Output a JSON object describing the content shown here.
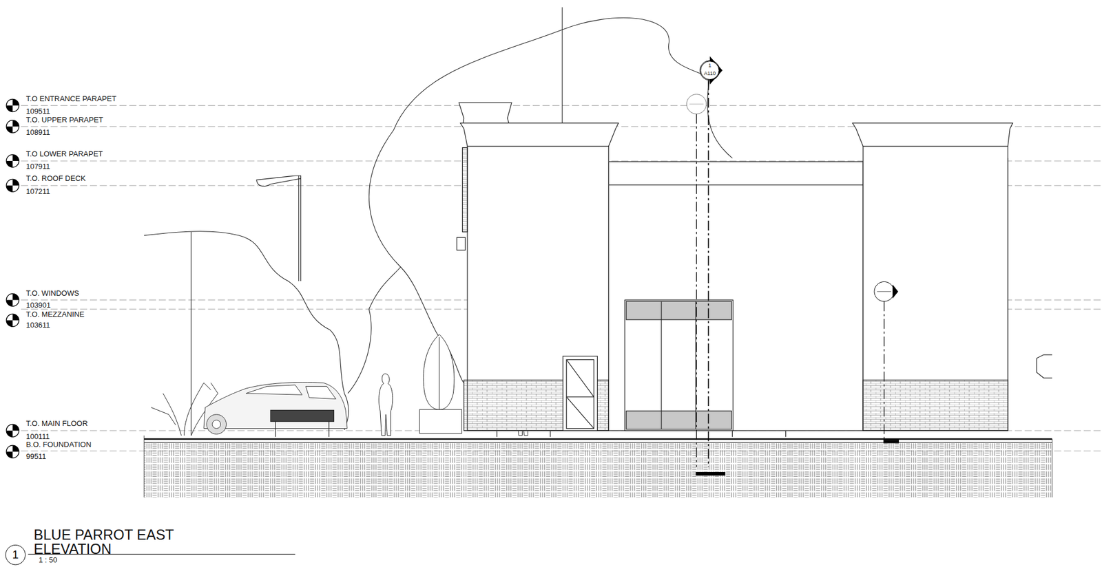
{
  "diagram": {
    "title": "BLUE PARROT EAST ELEVATION",
    "caption": "1 : 50",
    "labels": [
      "T.O ENTRANCE PARAPET",
      "109511",
      "T.O. UPPER PARAPET",
      "108911",
      "T.O LOWER PARAPET",
      "107911",
      "T.O. ROOF DECK",
      "107211",
      "T.O. WINDOWS",
      "103901",
      "T.O. MEZZANINE",
      "103611",
      "T.O. MAIN FLOOR",
      "100111",
      "B.O. FOUNDATION",
      "99511",
      "1",
      "A110",
      "1"
    ]
  }
}
